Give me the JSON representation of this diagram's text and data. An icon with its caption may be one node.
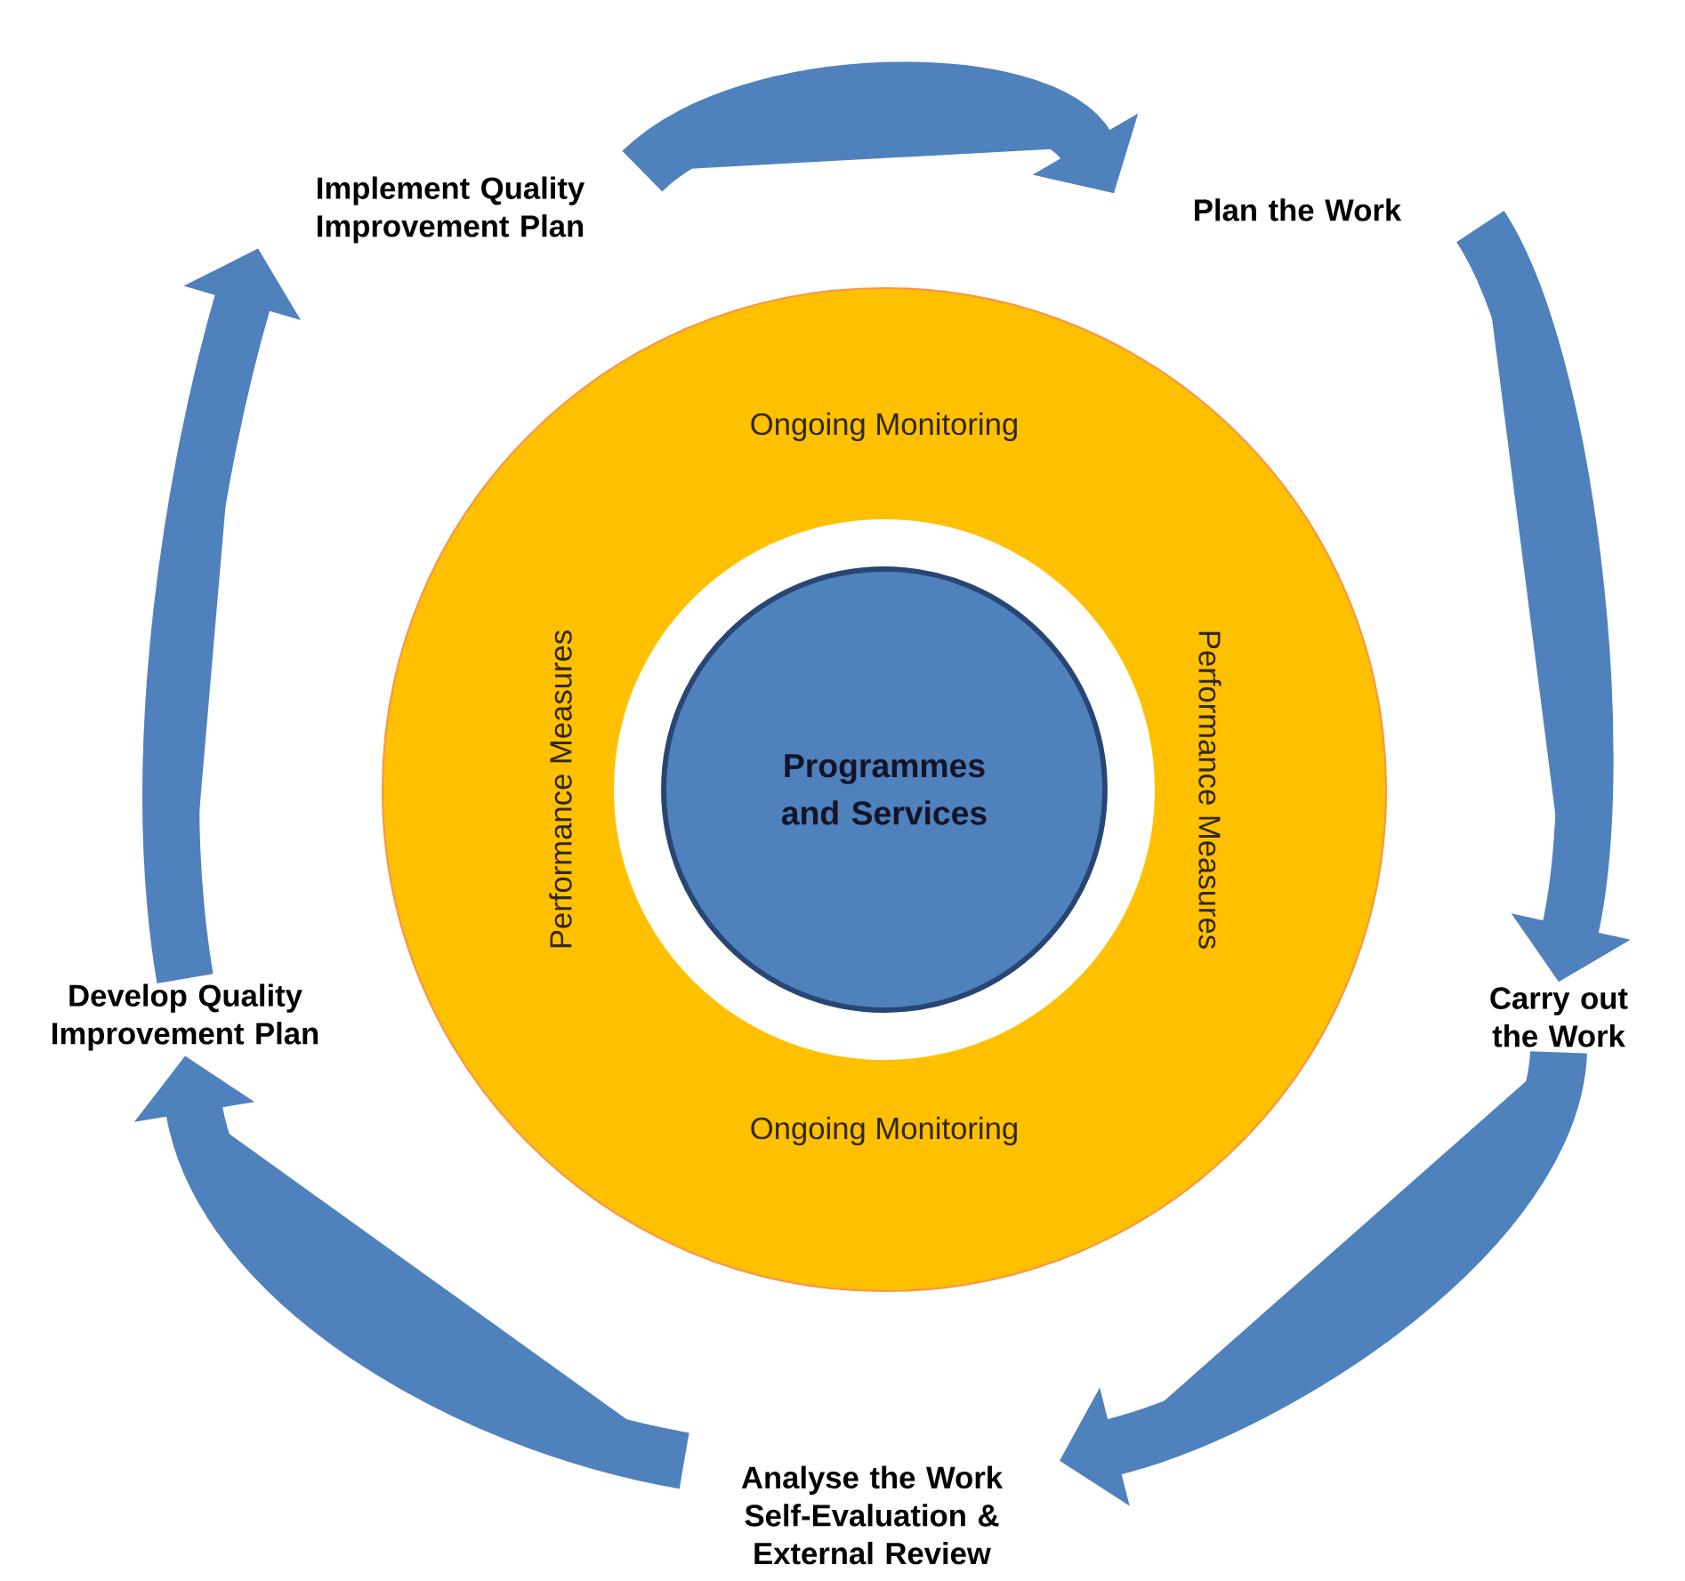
{
  "diagram": {
    "nodes": [
      {
        "text": [
          "Implement Quality Improvement Plan"
        ]
      },
      {
        "text": [
          "Plan the Work"
        ]
      },
      {
        "text": [
          "Ongoing Monitoring",
          "Performance Measures",
          "Performance Measures",
          "Ongoing Monitoring"
        ]
      },
      {
        "text": [
          "Programmes and Services"
        ],
        "in": 2
      },
      {
        "text": [
          "Carry out the Work"
        ]
      },
      {
        "text": [
          "Analyse the Work",
          "Self-Evaluation & External Review"
        ]
      },
      {
        "text": [
          "Develop Quality Improvement Plan"
        ]
      }
    ],
    "edges": [
      {
        "from": 0,
        "to": 1,
        "arrow": "to"
      },
      {
        "from": 1,
        "to": 4,
        "arrow": "to"
      },
      {
        "from": 4,
        "to": 5,
        "arrow": "to"
      },
      {
        "from": 5,
        "to": 6,
        "arrow": "to"
      },
      {
        "from": 6,
        "to": 0,
        "arrow": "to"
      }
    ]
  }
}
